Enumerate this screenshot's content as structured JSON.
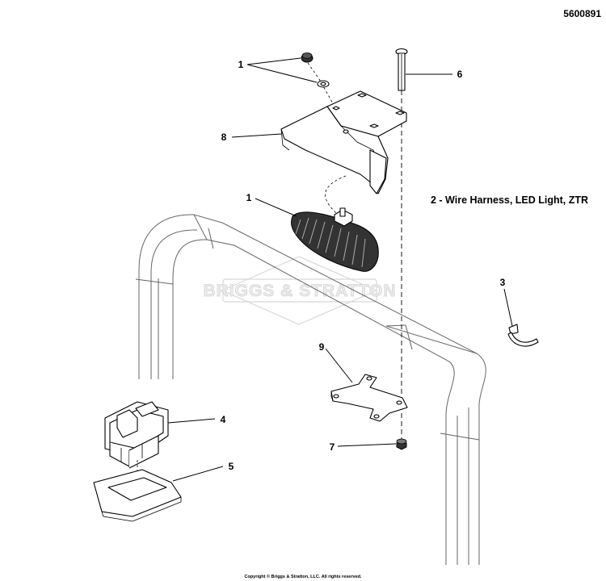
{
  "header": {
    "part_number": "5600891"
  },
  "callouts": [
    {
      "id": "1",
      "label": "1"
    },
    {
      "id": "1b",
      "label": "1"
    },
    {
      "id": "3",
      "label": "3"
    },
    {
      "id": "4",
      "label": "4"
    },
    {
      "id": "5",
      "label": "5"
    },
    {
      "id": "6",
      "label": "6"
    },
    {
      "id": "7",
      "label": "7"
    },
    {
      "id": "8",
      "label": "8"
    },
    {
      "id": "9",
      "label": "9"
    }
  ],
  "note": {
    "text": "2 - Wire Harness, LED Light, ZTR"
  },
  "watermark": {
    "text": "BRIGGS & STRATTON"
  },
  "footer": {
    "copyright": "Copyright © Briggs & Stratton, LLC. All rights reserved."
  }
}
